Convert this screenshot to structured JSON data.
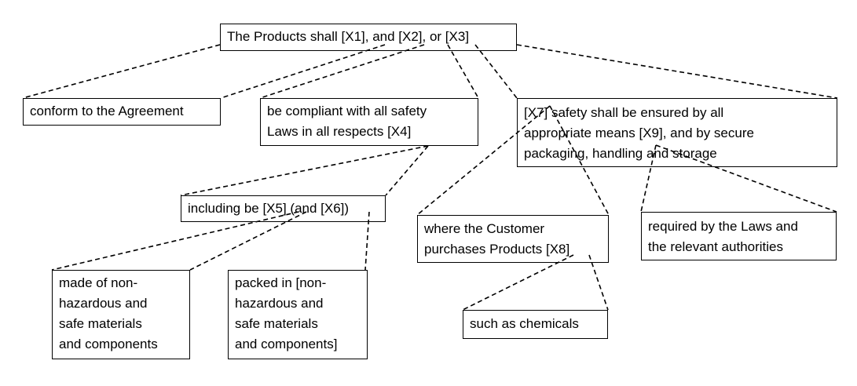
{
  "diagram": {
    "nodes": [
      {
        "id": "n1",
        "lines": [
          "The Products shall [X1], and [X2], or [X3]"
        ]
      },
      {
        "id": "n2",
        "lines": [
          "conform to the Agreement"
        ]
      },
      {
        "id": "n3",
        "lines": [
          "be compliant with all safety",
          "Laws in all respects [X4]"
        ]
      },
      {
        "id": "n4",
        "lines": [
          "[X7] safety shall be ensured by all",
          "appropriate means [X9], and by secure",
          "packaging, handling and storage"
        ]
      },
      {
        "id": "n5",
        "lines": [
          "including be [X5] (and [X6])"
        ]
      },
      {
        "id": "n6",
        "lines": [
          "where the Customer",
          "purchases Products [X8]"
        ]
      },
      {
        "id": "n7",
        "lines": [
          "required by the Laws and",
          "the relevant authorities"
        ]
      },
      {
        "id": "n8",
        "lines": [
          "made of non-",
          "hazardous and",
          "safe materials",
          "and components"
        ]
      },
      {
        "id": "n9",
        "lines": [
          "packed in [non-",
          "hazardous and",
          "safe materials",
          "and components]"
        ]
      },
      {
        "id": "n10",
        "lines": [
          "such as chemicals"
        ]
      }
    ]
  }
}
